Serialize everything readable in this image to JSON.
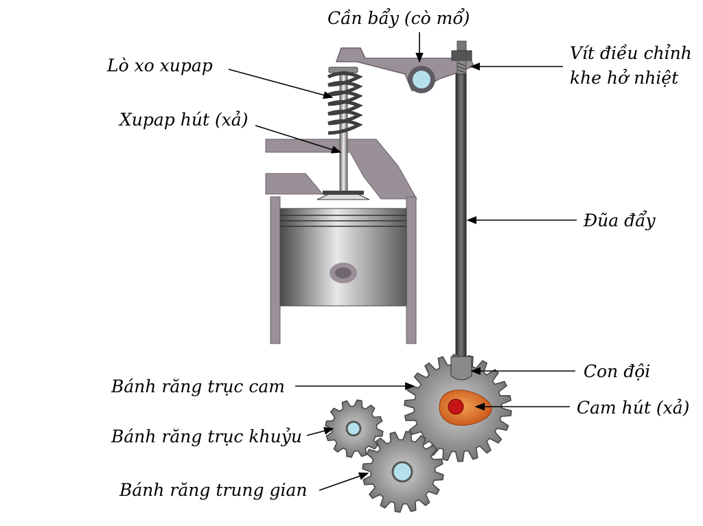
{
  "labels": {
    "rocker_arm": "Cần bẩy (cò mổ)",
    "valve_spring": "Lò xo xupap",
    "valve": "Xupap hút (xả)",
    "adjust_screw_line1": "Vít điều chỉnh",
    "adjust_screw_line2": "khe hở nhiệt",
    "push_rod": "Đũa đẩy",
    "tappet": "Con đội",
    "cam_gear": "Bánh răng trục cam",
    "cam": "Cam hút (xả)",
    "crank_gear": "Bánh răng trục khuỷu",
    "idler_gear": "Bánh răng trung gian"
  },
  "colors": {
    "metal": "#9a9098",
    "metal_dark": "#5a5a60",
    "spring": "#3e3e3e",
    "gear": "#8e8e8e",
    "bore": "#b4e0ec",
    "cam": "#d9661c",
    "cam_center": "#c41616"
  }
}
